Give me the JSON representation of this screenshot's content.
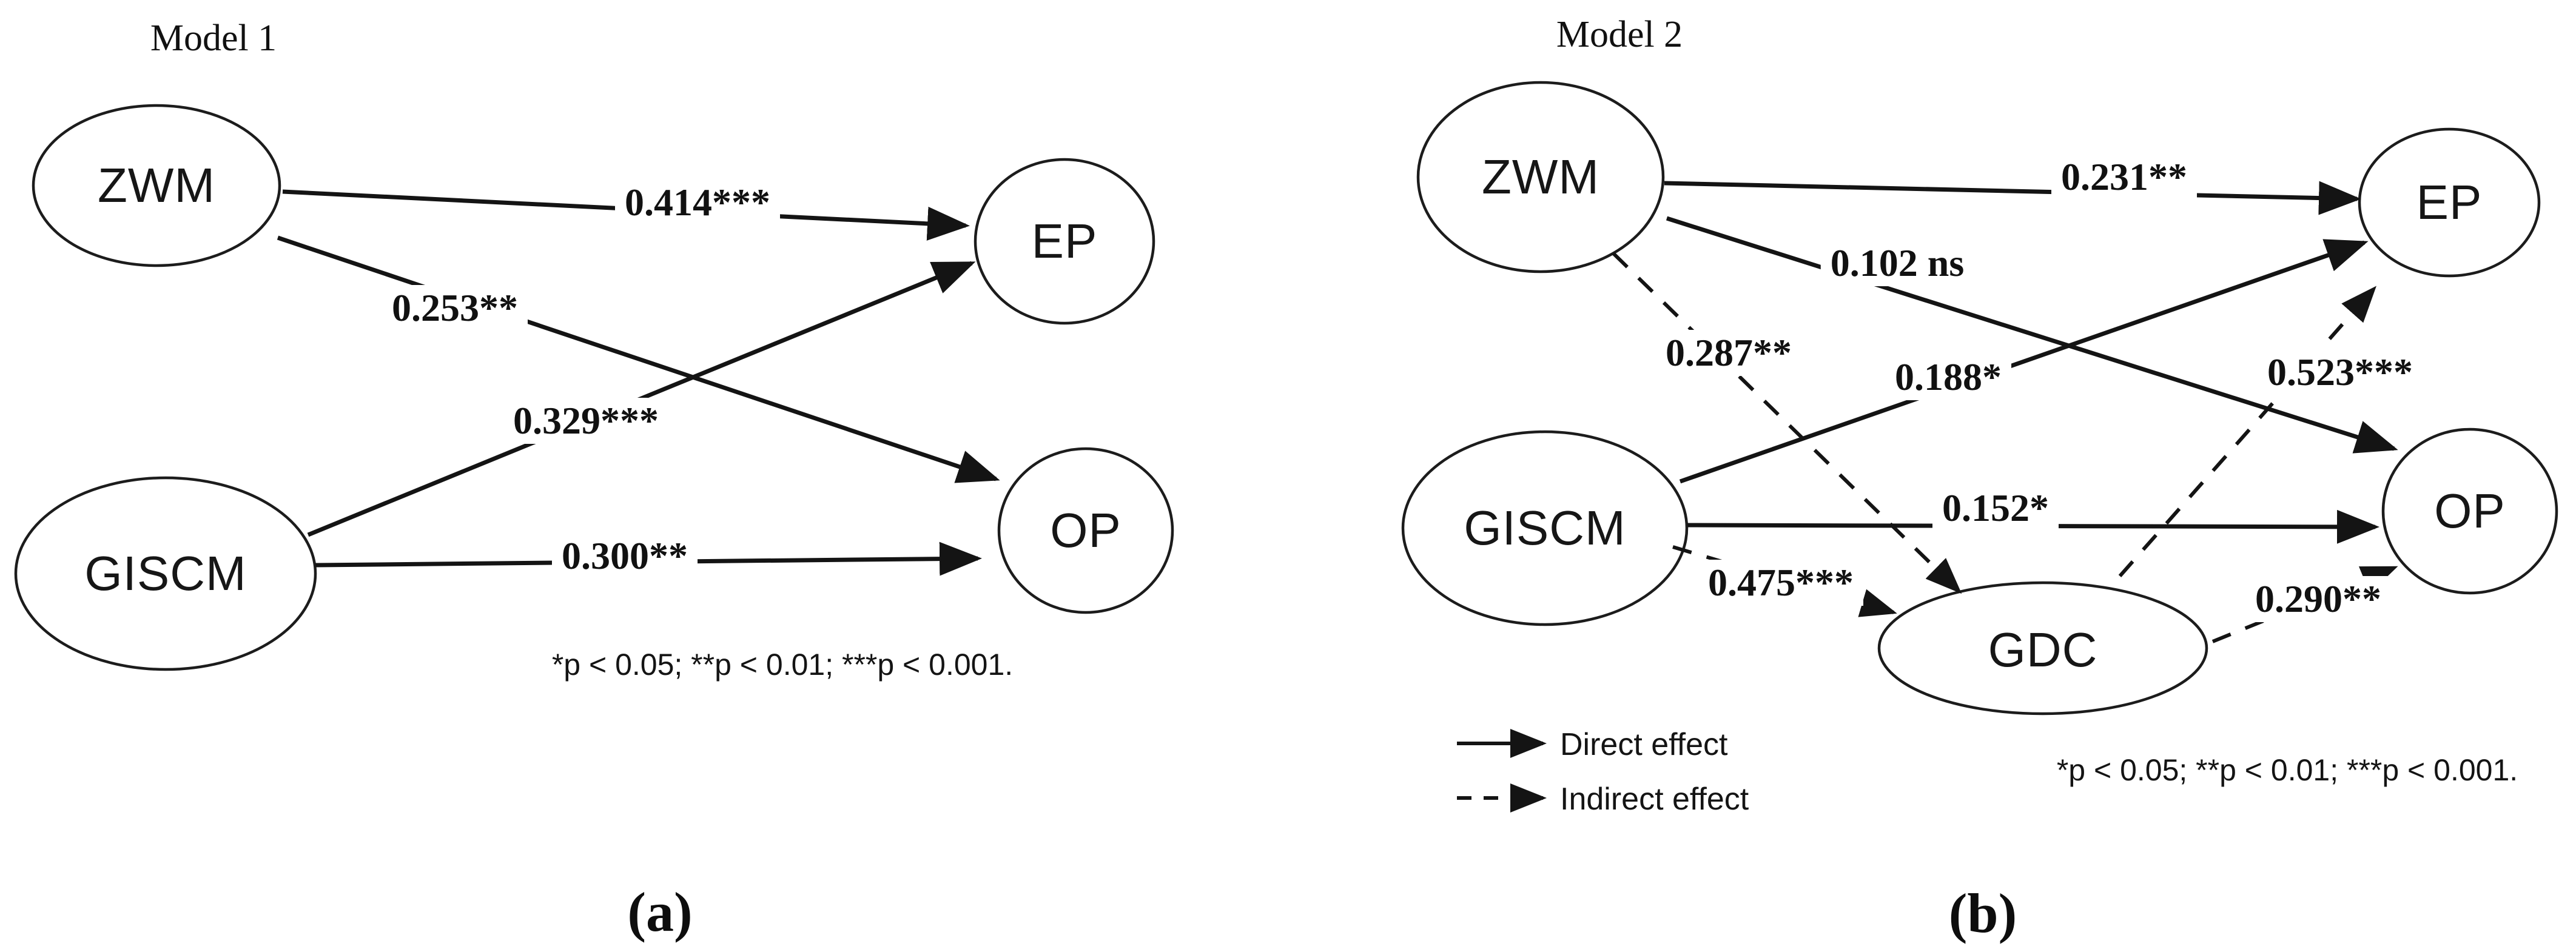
{
  "figure": {
    "colors": {
      "ink": "#141414",
      "background": "#ffffff"
    },
    "panel_a": {
      "title": "Model 1",
      "caption": "(a)",
      "footnote": "*p < 0.05; **p < 0.01; ***p < 0.001.",
      "nodes": [
        {
          "id": "ZWM",
          "label": "ZWM"
        },
        {
          "id": "GISCM",
          "label": "GISCM"
        },
        {
          "id": "EP",
          "label": "EP"
        },
        {
          "id": "OP",
          "label": "OP"
        }
      ],
      "edges": [
        {
          "from": "ZWM",
          "to": "EP",
          "label": "0.414***",
          "effect": "direct"
        },
        {
          "from": "ZWM",
          "to": "OP",
          "label": "0.253**",
          "effect": "direct"
        },
        {
          "from": "GISCM",
          "to": "EP",
          "label": "0.329***",
          "effect": "direct"
        },
        {
          "from": "GISCM",
          "to": "OP",
          "label": "0.300**",
          "effect": "direct"
        }
      ]
    },
    "panel_b": {
      "title": "Model 2",
      "caption": "(b)",
      "footnote": "*p < 0.05; **p < 0.01; ***p < 0.001.",
      "legend": [
        {
          "style": "solid",
          "label": "Direct effect"
        },
        {
          "style": "dashed",
          "label": "Indirect effect"
        }
      ],
      "nodes": [
        {
          "id": "ZWM",
          "label": "ZWM"
        },
        {
          "id": "GISCM",
          "label": "GISCM"
        },
        {
          "id": "GDC",
          "label": "GDC"
        },
        {
          "id": "EP",
          "label": "EP"
        },
        {
          "id": "OP",
          "label": "OP"
        }
      ],
      "edges": [
        {
          "from": "ZWM",
          "to": "EP",
          "label": "0.231**",
          "effect": "direct"
        },
        {
          "from": "ZWM",
          "to": "OP",
          "label": "0.102 ns",
          "effect": "direct"
        },
        {
          "from": "ZWM",
          "to": "GDC",
          "label": "0.287**",
          "effect": "indirect"
        },
        {
          "from": "GISCM",
          "to": "EP",
          "label": "0.188*",
          "effect": "direct"
        },
        {
          "from": "GISCM",
          "to": "OP",
          "label": "0.152*",
          "effect": "direct"
        },
        {
          "from": "GISCM",
          "to": "GDC",
          "label": "0.475***",
          "effect": "indirect"
        },
        {
          "from": "GDC",
          "to": "EP",
          "label": "0.523***",
          "effect": "indirect"
        },
        {
          "from": "GDC",
          "to": "OP",
          "label": "0.290**",
          "effect": "indirect"
        }
      ]
    }
  }
}
